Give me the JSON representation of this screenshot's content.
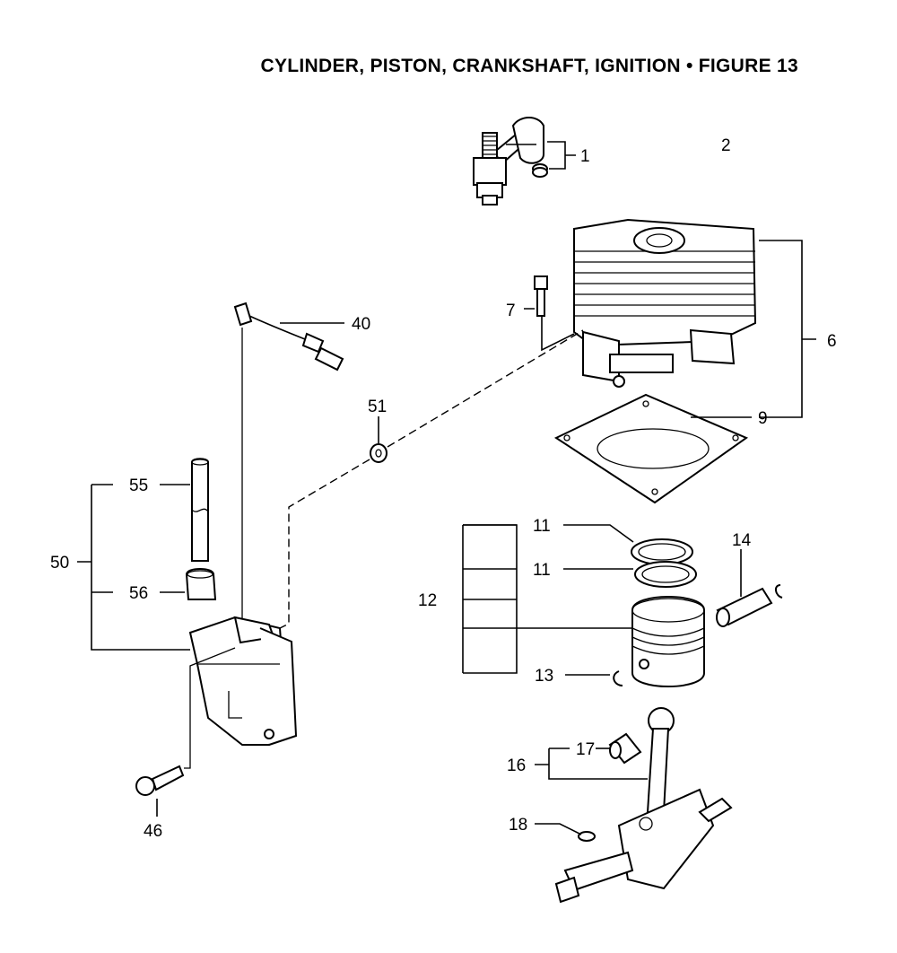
{
  "title": "CYLINDER, PISTON, CRANKSHAFT, IGNITION  •  FIGURE 13",
  "callouts": {
    "c1": "1",
    "c2": "2",
    "c6": "6",
    "c7": "7",
    "c9": "9",
    "c11a": "11",
    "c11b": "11",
    "c12": "12",
    "c13": "13",
    "c14": "14",
    "c16": "16",
    "c17": "17",
    "c18": "18",
    "c40": "40",
    "c46": "46",
    "c50": "50",
    "c51": "51",
    "c55": "55",
    "c56": "56"
  },
  "parts": [
    "spark-plug-cap-icon",
    "spark-plug-icon",
    "cylinder-icon",
    "cylinder-bolt-icon",
    "cylinder-gasket-icon",
    "piston-ring-icon",
    "piston-icon",
    "piston-pin-icon",
    "circlip-icon",
    "connecting-rod-bearing-icon",
    "crankshaft-icon",
    "woodruff-key-icon",
    "ignition-wire-icon",
    "ignition-coil-icon",
    "coil-screw-icon",
    "spacer-washer-icon",
    "hv-cable-icon",
    "cable-boot-icon"
  ]
}
